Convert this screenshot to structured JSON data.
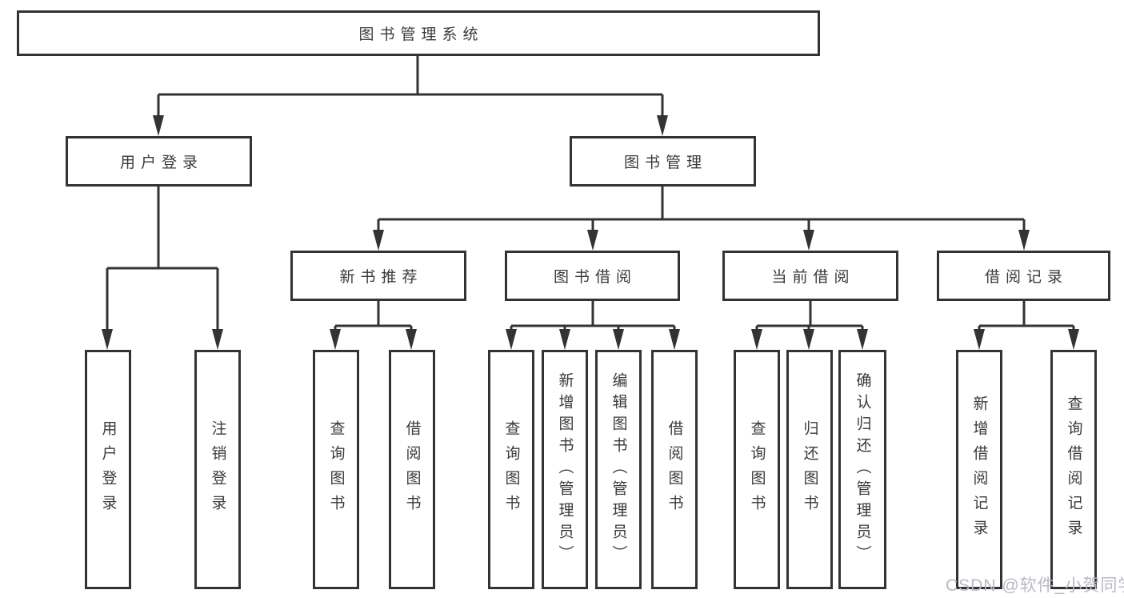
{
  "diagram": {
    "title": "图书管理系统",
    "level2": {
      "user_login": "用户登录",
      "book_mgmt": "图书管理"
    },
    "level3": {
      "new_books": "新书推荐",
      "borrowing": "图书借阅",
      "current": "当前借阅",
      "records": "借阅记录"
    },
    "leaves": {
      "user_login": [
        "用户登录",
        "注销登录"
      ],
      "new_books": [
        "查询图书",
        "借阅图书"
      ],
      "borrowing": [
        "查询图书",
        "新增图书（管理员）",
        "编辑图书（管理员）",
        "借阅图书"
      ],
      "current": [
        "查询图书",
        "归还图书",
        "确认归还（管理员）"
      ],
      "records": [
        "新增借阅记录",
        "查询借阅记录"
      ]
    },
    "colors": {
      "line": "#333333",
      "text": "#3a3a3a",
      "watermark": "#b7bac1"
    }
  },
  "watermark": "CSDN @软件_小贺同学"
}
